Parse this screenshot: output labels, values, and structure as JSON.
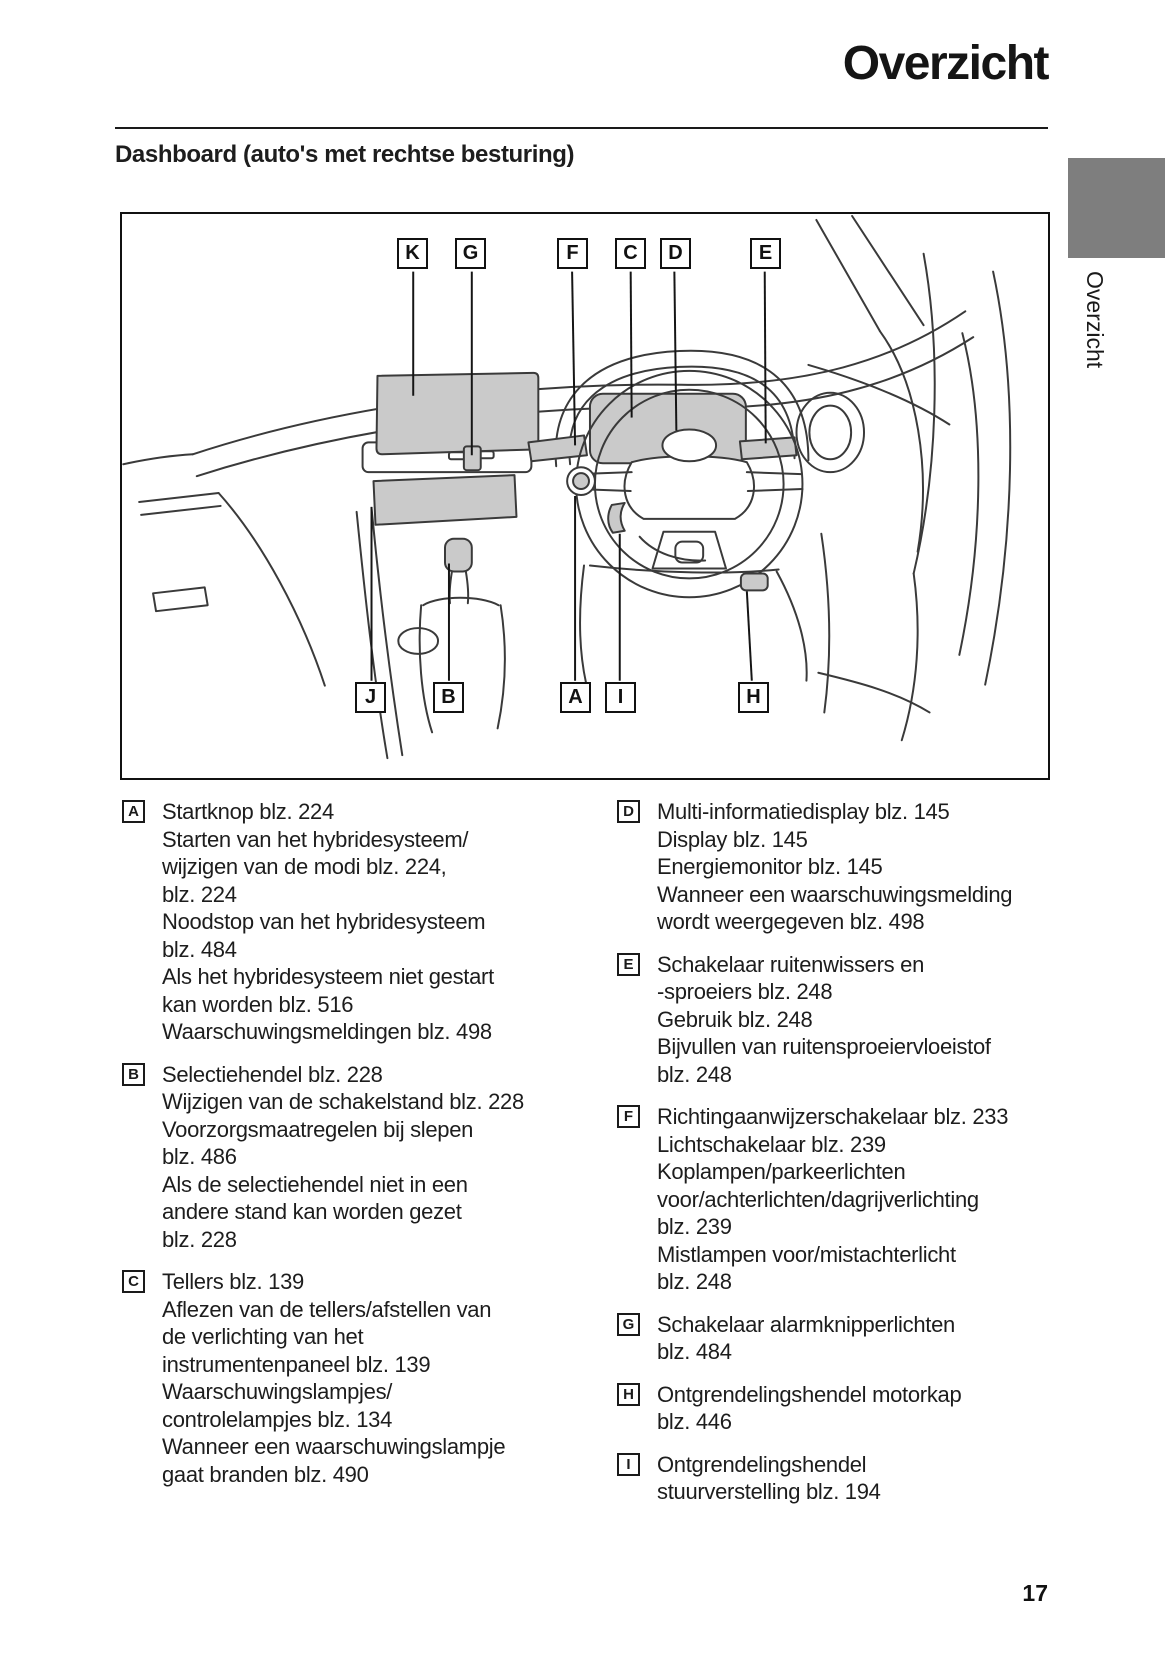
{
  "header": {
    "title": "Overzicht",
    "section_heading": "Dashboard (auto's met rechtse besturing)",
    "side_tab_label": "Overzicht"
  },
  "footer": {
    "page_number": "17"
  },
  "colors": {
    "tab_gray": "#7e7e7e",
    "diagram_fill_gray": "#cacaca",
    "line_art": "#3a3a3a",
    "text": "#1d1d1d"
  },
  "diagram": {
    "top_callouts": [
      "K",
      "G",
      "F",
      "C",
      "D",
      "E"
    ],
    "bottom_callouts": [
      "J",
      "B",
      "A",
      "I",
      "H"
    ]
  },
  "legend": {
    "left": [
      {
        "letter": "A",
        "lines": [
          "Startknop blz. 224",
          "Starten van het hybridesysteem/",
          "wijzigen van de modi blz. 224,",
          "blz. 224",
          "Noodstop van het hybridesysteem",
          "blz. 484",
          "Als het hybridesysteem niet gestart",
          "kan worden blz. 516",
          "Waarschuwingsmeldingen blz. 498"
        ]
      },
      {
        "letter": "B",
        "lines": [
          "Selectiehendel blz. 228",
          "Wijzigen van de schakelstand blz. 228",
          "Voorzorgsmaatregelen bij slepen",
          "blz. 486",
          "Als de selectiehendel niet in een",
          "andere stand kan worden gezet",
          "blz. 228"
        ]
      },
      {
        "letter": "C",
        "lines": [
          "Tellers blz. 139",
          "Aflezen van de tellers/afstellen van",
          "de verlichting van het",
          "instrumentenpaneel blz. 139",
          "Waarschuwingslampjes/",
          "controlelampjes blz. 134",
          "Wanneer een waarschuwingslampje",
          "gaat branden blz. 490"
        ]
      }
    ],
    "right": [
      {
        "letter": "D",
        "lines": [
          "Multi-informatiedisplay blz. 145",
          "Display blz. 145",
          "Energiemonitor blz. 145",
          "Wanneer een waarschuwingsmelding",
          "wordt weergegeven blz. 498"
        ]
      },
      {
        "letter": "E",
        "lines": [
          "Schakelaar ruitenwissers en",
          "-sproeiers blz. 248",
          "Gebruik blz. 248",
          "Bijvullen van ruitensproeiervloeistof",
          "blz. 248"
        ]
      },
      {
        "letter": "F",
        "lines": [
          "Richtingaanwijzerschakelaar blz. 233",
          "Lichtschakelaar blz. 239",
          "Koplampen/parkeerlichten",
          "voor/achterlichten/dagrijverlichting",
          "blz. 239",
          "Mistlampen voor/mistachterlicht",
          "blz. 248"
        ]
      },
      {
        "letter": "G",
        "lines": [
          "Schakelaar alarmknipperlichten",
          "blz. 484"
        ]
      },
      {
        "letter": "H",
        "lines": [
          "Ontgrendelingshendel motorkap",
          "blz. 446"
        ]
      },
      {
        "letter": "I",
        "lines": [
          "Ontgrendelingshendel",
          "stuurverstelling blz. 194"
        ]
      }
    ]
  }
}
